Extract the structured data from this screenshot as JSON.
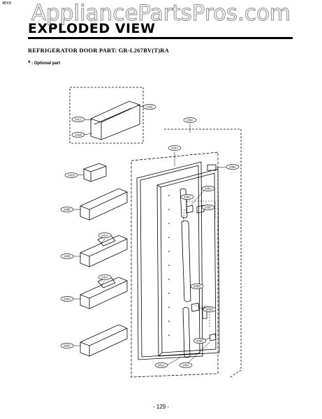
{
  "page": {
    "corner_tag": "4EX9",
    "watermark": "AppliancePartsPros.com",
    "title": "EXPLODED VIEW",
    "subtitle": "REFRIGERATOR DOOR PART: GR-L267BV(T)RA",
    "optional_marker": "*",
    "optional_text": ": Optional part",
    "page_number": "- 129 -"
  },
  "diagram": {
    "part_labels": {
      "p241e": "241E",
      "p241c": "241C",
      "p241b": "241B",
      "p241d": "241D",
      "p240e": "240E",
      "p241a_1": "241A",
      "p240d": "240D",
      "p241a_2": "241A",
      "p240a": "240A",
      "p240c": "240C",
      "p230a": "230A",
      "p203a": "203A",
      "p209a": "209A",
      "p205a": "205A",
      "p206c": "206C",
      "p205c": "205C",
      "p205b": "205B",
      "p205d": "205D",
      "p205e": "205E",
      "p201a": "201A",
      "p240a_b": "240A"
    }
  }
}
